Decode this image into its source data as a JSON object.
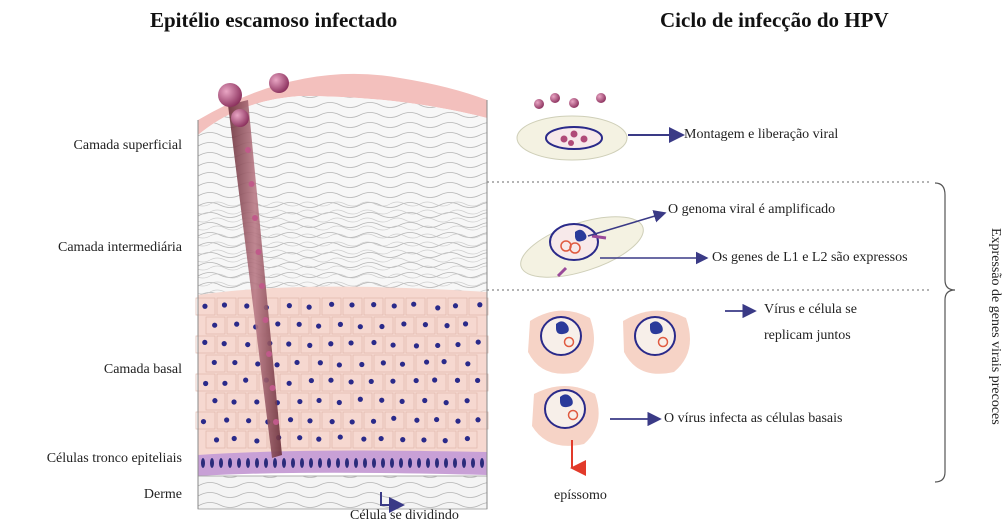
{
  "titles": {
    "left": "Epitélio escamoso infectado",
    "right": "Ciclo de infecção do HPV"
  },
  "layers": {
    "superficial": "Camada superficial",
    "intermediate": "Camada intermediária",
    "basal": "Camada basal",
    "stem_cells": "Células tronco epiteliais",
    "dermis": "Derme"
  },
  "cycle": {
    "assembly": "Montagem e liberação viral",
    "genome_amplified": "O genoma viral é amplificado",
    "l1_l2_expressed": "Os genes de L1 e L2 são expressos",
    "replicate_line1": "Vírus e célula se",
    "replicate_line2": "replicam juntos",
    "infects_basal": "O vírus infecta as células basais",
    "episome": "epíssomo"
  },
  "dividing_cell": "Célula se dividindo",
  "early_genes": "Expressão de genes virais precoces",
  "colors": {
    "virus": "#b04a78",
    "cell_pink": "#f5cfc3",
    "nucleus": "#2a2a8a",
    "arrow": "#3a3a86",
    "stem_layer": "#c8a0d6",
    "skin_surface": "#f3b8b8",
    "red_arrow": "#e23a2a"
  }
}
